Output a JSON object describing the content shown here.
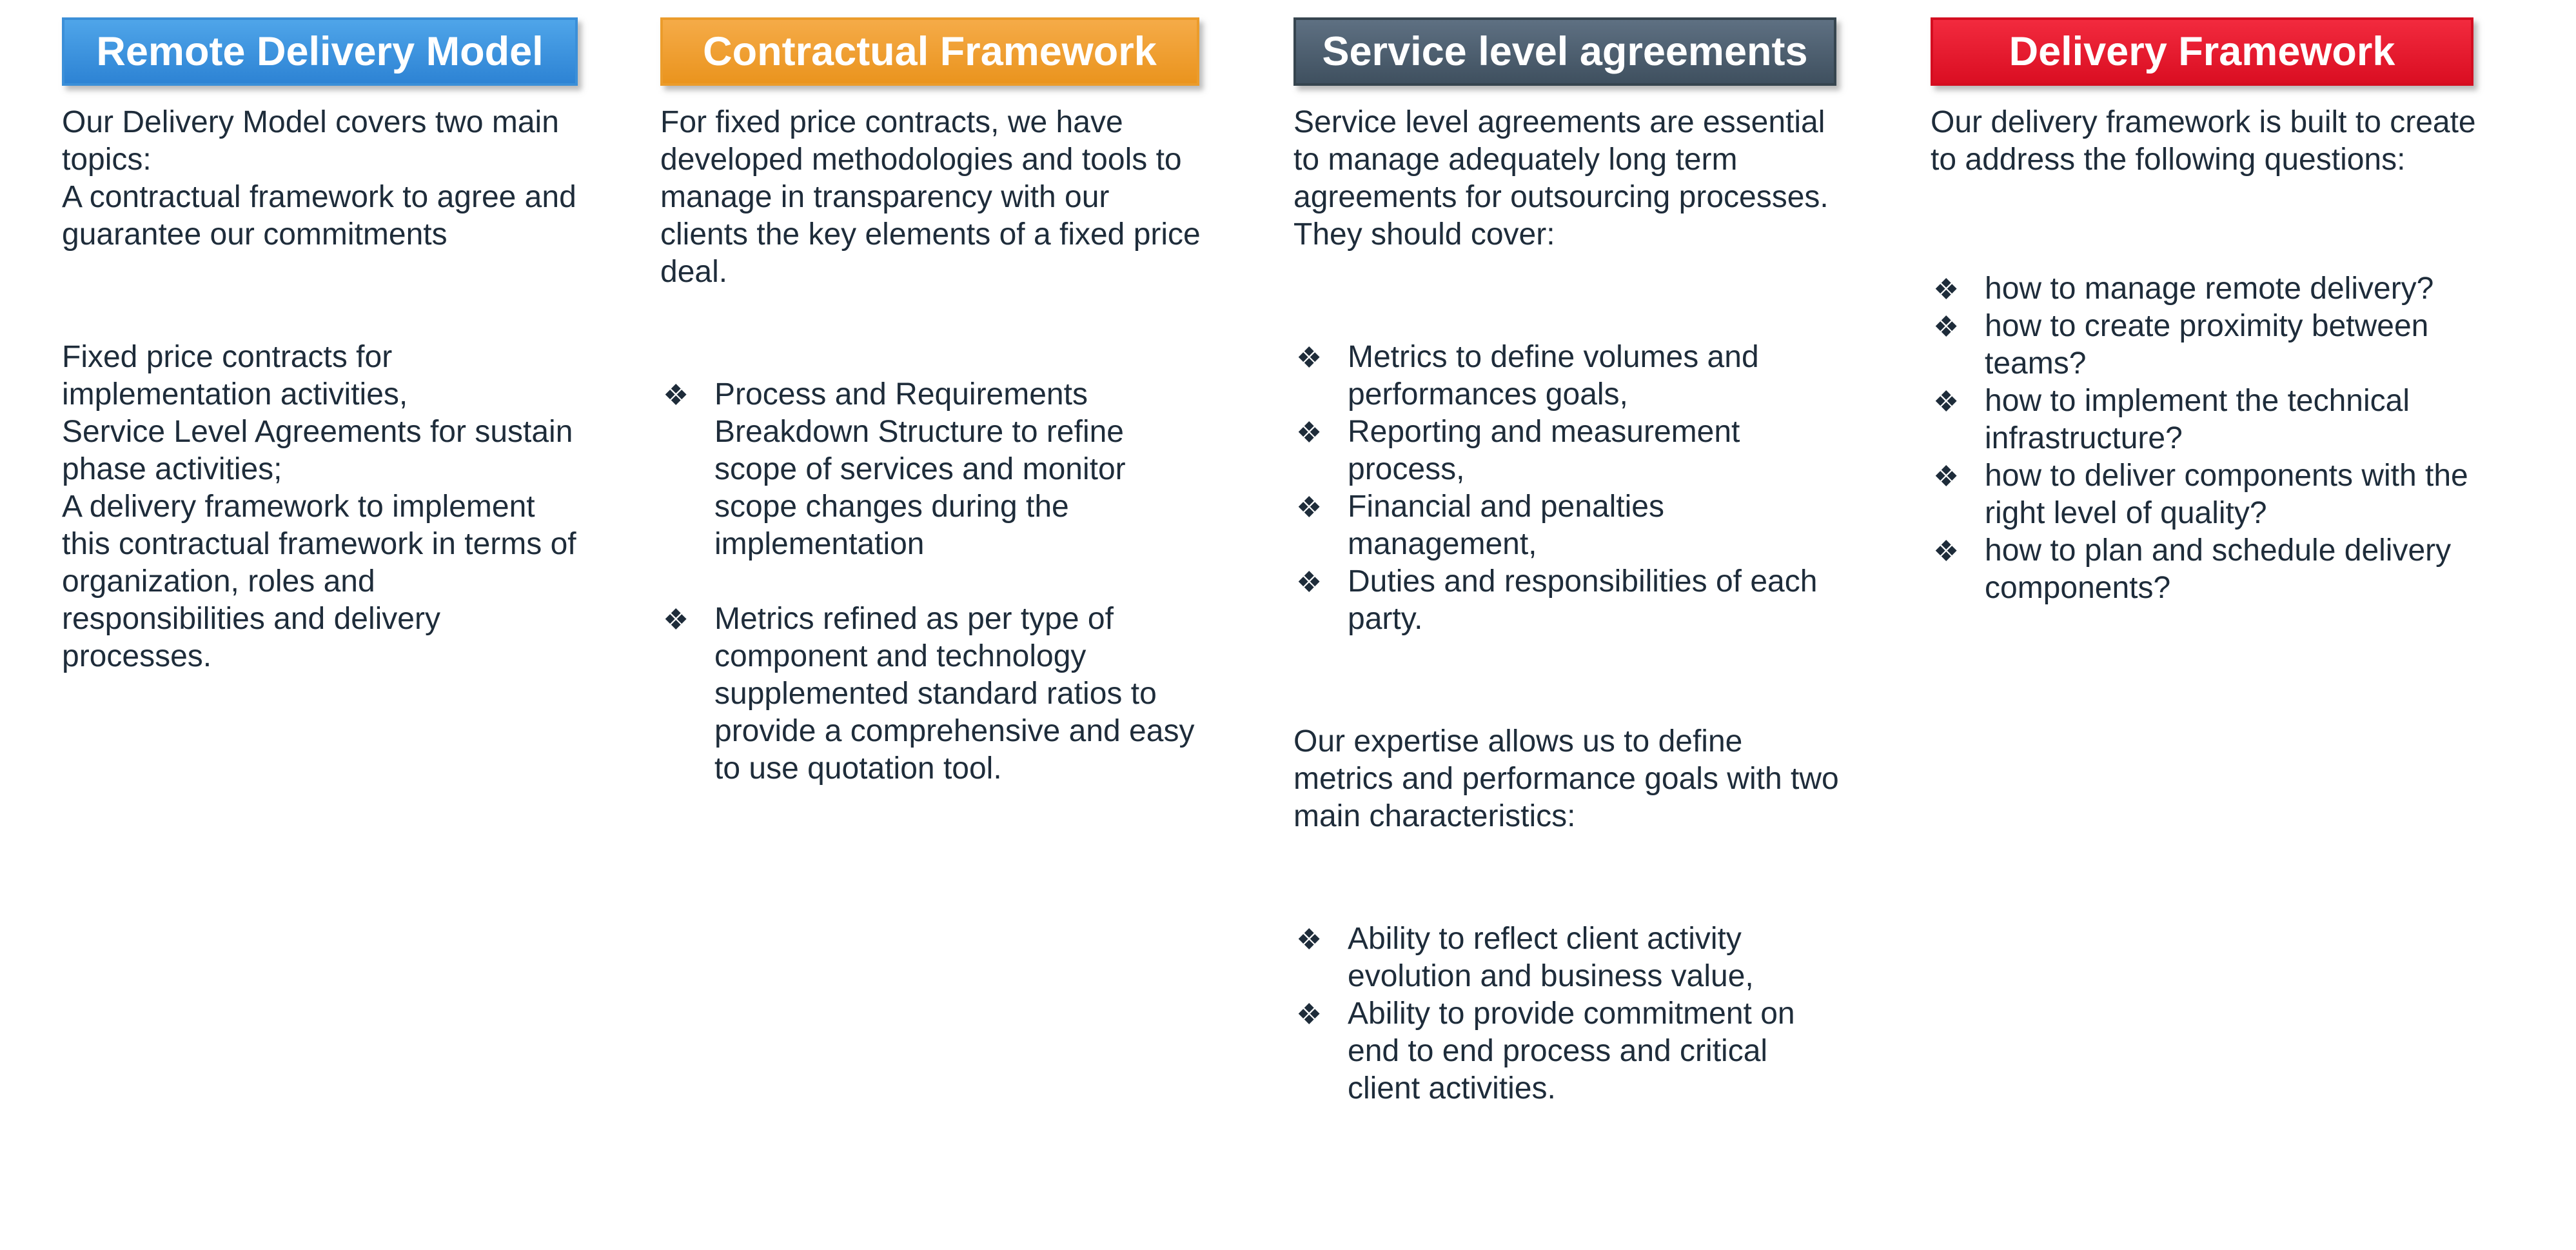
{
  "theme": {
    "background": "#ffffff",
    "body_text_color": "#1e2c3a",
    "header_text_color": "#ffffff"
  },
  "ui": {
    "bullet_glyph": "❖"
  },
  "columns": [
    {
      "header": {
        "label": "Remote Delivery Model",
        "color_top": "#4fa5e9",
        "color_bottom": "#2d83d4",
        "border_color": "#3b8fd8"
      },
      "blocks": [
        {
          "type": "paragraph",
          "lines": [
            "Our Delivery Model covers two main topics:",
            "A contractual framework to agree and guarantee our commitments"
          ]
        },
        {
          "type": "paragraph",
          "lines": [
            "Fixed price contracts for implementation activities,",
            "Service Level Agreements for sustain phase activities;",
            "A delivery framework to implement this contractual framework in terms of organization, roles and responsibilities and delivery processes."
          ]
        }
      ]
    },
    {
      "header": {
        "label": "Contractual Framework",
        "color_top": "#f5ab48",
        "color_bottom": "#ea941e",
        "border_color": "#eb9c2c"
      },
      "blocks": [
        {
          "type": "paragraph",
          "lines": [
            "For fixed price contracts, we have developed methodologies and tools to manage in transparency with our clients the key elements of a fixed price deal."
          ]
        },
        {
          "type": "bullet-list",
          "items": [
            "Process and Requirements Breakdown Structure to refine scope of services and monitor scope changes during the implementation",
            "Metrics refined as per type of component and technology supplemented standard ratios to provide a comprehensive and easy to use quotation tool."
          ]
        }
      ]
    },
    {
      "header": {
        "label": "Service level agreements",
        "color_top": "#5e7082",
        "color_bottom": "#3f505f",
        "border_color": "#36454f"
      },
      "blocks": [
        {
          "type": "paragraph",
          "lines": [
            "Service level agreements are essential to manage adequately long term agreements for outsourcing processes. They should cover:"
          ]
        },
        {
          "type": "bullet-list",
          "items": [
            "Metrics to define volumes and performances goals,",
            "Reporting and measurement process,",
            "Financial and penalties management,",
            "Duties and responsibilities of each party."
          ]
        },
        {
          "type": "paragraph",
          "lines": [
            "Our expertise allows us to define metrics and performance goals with two main characteristics:"
          ]
        },
        {
          "type": "bullet-list",
          "items": [
            "Ability to reflect client activity evolution and business value,",
            "Ability to provide commitment on end to end process and critical client activities."
          ]
        }
      ]
    },
    {
      "header": {
        "label": "Delivery Framework",
        "color_top": "#f22a3e",
        "color_bottom": "#da0e22",
        "border_color": "#d40d20"
      },
      "blocks": [
        {
          "type": "paragraph",
          "lines": [
            "Our delivery framework is built to create to address the following questions:"
          ]
        },
        {
          "type": "bullet-list",
          "items": [
            "how to manage remote delivery?",
            "how to create proximity between teams?",
            "how to implement the technical infrastructure?",
            "how to deliver components with the right level of quality?",
            "how to plan and schedule delivery components?"
          ]
        }
      ]
    }
  ]
}
